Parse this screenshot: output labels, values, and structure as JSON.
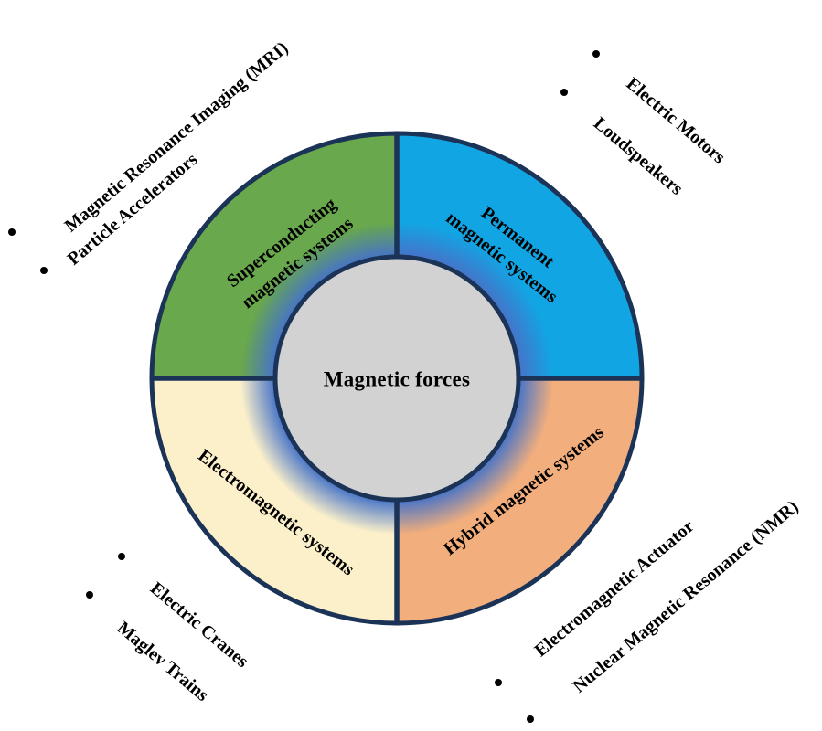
{
  "diagram": {
    "center_label": "Magnetic forces",
    "quadrants": [
      {
        "name": "superconducting",
        "position": "top-left",
        "color": "#69A84C",
        "label_lines": [
          "Superconducting",
          "magnetic systems"
        ],
        "applications": [
          "Magnetic Resonance Imaging (MRI)",
          "Particle Accelerators"
        ]
      },
      {
        "name": "permanent",
        "position": "top-right",
        "color": "#12A5E4",
        "label_lines": [
          "Permanent",
          "magnetic systems"
        ],
        "applications": [
          "Electric Motors",
          "Loudspeakers"
        ]
      },
      {
        "name": "electromagnetic",
        "position": "bottom-left",
        "color": "#FCF0CA",
        "label_lines": [
          "Electromagnetic systems"
        ],
        "applications": [
          "Electric Cranes",
          "Maglev Trains"
        ]
      },
      {
        "name": "hybrid",
        "position": "bottom-right",
        "color": "#F2AE7C",
        "label_lines": [
          "Hybrid magnetic systems"
        ],
        "applications": [
          "Electromagnetic Actuator",
          "Nuclear Magnetic Resonance (NMR)"
        ]
      }
    ],
    "colors": {
      "outline": "#1B3357",
      "center_fill": "#D2D2D3",
      "glow": "#4673C8",
      "text": "#000000",
      "background": "#FFFFFF"
    }
  }
}
